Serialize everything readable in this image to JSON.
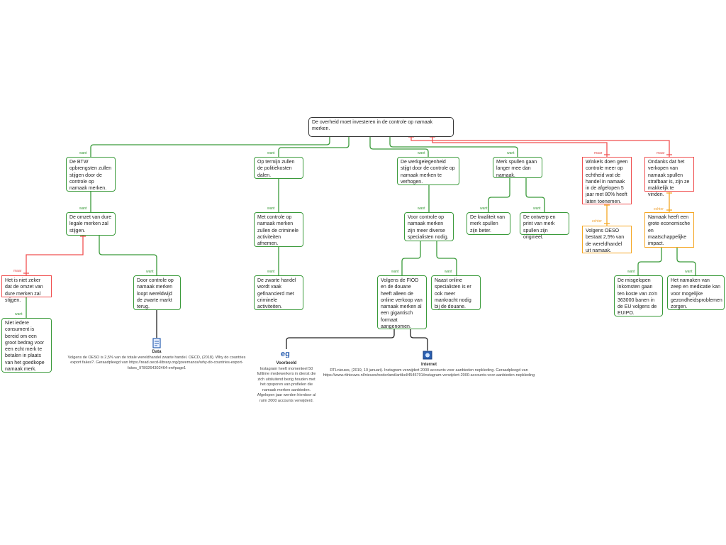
{
  "nodes": {
    "root": "De overheid moet investeren in de controle op namaak merken.",
    "btw": "De BTW opbrengsten zullen stijgen door de controle op namaak merken.",
    "omzet": "De omzet van dure legale merken zal stijgen.",
    "niet_zeker": "Het is niet zeker dat de omzet van dure merken zal stijgen.",
    "niet_iedere": "Niet iedere consument is bereid om een groot bedrag voor een echt merk te betalen in plaats van het goedkope namaak merk.",
    "zwarte_markt": "Door controle op namaak merken loopt wereldwijd de zwarte markt terug.",
    "politiekosten": "Op termijn zullen de politiekosten dalen.",
    "criminele": "Met controle op namaak merken zullen de criminele activiteiten afnemen.",
    "zwarte_handel": "De zwarte handel wordt vaak gefinancierd met criminele activiteiten.",
    "werkgelegenheid": "De werkgelegenheid stijgt door de controle op namaak merken te verhogen.",
    "specialisten": "Voor controle op namaak merken zijn meer diverse specialisten nodig.",
    "fiod": "Volgens de FIOD en de douane heeft alleen de online verkoop van namaak merken al een gigantisch formaat aangenomen.",
    "naast_online": "Naast online specialisten is er ook meer mankracht nodig bij de douane.",
    "merk_spullen": "Merk spullen gaan langer mee dan namaak.",
    "kwaliteit": "De kwaliteit van merk spullen zijn beter.",
    "ontwerp": "De ontwerp en print van merk spullen zijn origineel.",
    "winkels": "Winkels doen geen controle meer op echtheid wat de handel in namaak in de afgelopen 5 jaar met 80% heeft laten toenemen.",
    "oeso": "Volgens OESO bestaat 2,5% van de wereldhandel uit namaak.",
    "ondanks": "Ondanks dat het verkopen van namaak spullen strafbaar is, zijn ze makkelijk te vinden.",
    "impact": "Namaak heeft een grote economische en maatschappelijke impact.",
    "misgelopen": "De misgelopen inkomsten gaan ten koste van zo'n 363000 banen in de EU volgens de EUIPO.",
    "zeep": "Het namaken van zeep en medicatie kan voor mogelijke gezondheidsproblemen zorgen."
  },
  "labels": {
    "want": "want",
    "maar": "maar",
    "echter": "echter"
  },
  "sources": {
    "data": {
      "title": "Data",
      "text": "Volgens de OESO is 2,5% van de totale wereldhandel zwarte handel. OECD, (2018). Why do countries export fakes?. Geraadpleegd van https://read.oecd-ilibrary.org/governance/why-do-countries-export-fakes_9789264302464-en#page1",
      "icon": "data-document-icon"
    },
    "voorbeeld": {
      "title": "Voorbeeld",
      "text": "Instagram heeft momenteel 50 fulltime medewerkers in dienst die zich uitsluitend bezig houden met het opsporen van profielen die namaak merken aanbieden. Afgelopen jaar werden hierdoor al ruim 2000 accounts verwijderd.",
      "icon": "example-eg-icon"
    },
    "internet": {
      "title": "Internet",
      "text": "RTLnieuws, (2019, 10 januari). Instagram verwijdert 2000 accounts voor aanbieden nepkleding. Geraadpleegd van https://www.rtlnieuws.nl/nieuws/nederland/artikel/4545701/instagram-verwijdert-2000-accounts-voor-aanbieden-nepkleding",
      "icon": "internet-monitor-icon"
    }
  },
  "colors": {
    "want": "#3a9a3a",
    "maar": "#f05050",
    "echter": "#f5a623",
    "source": "#222222"
  }
}
